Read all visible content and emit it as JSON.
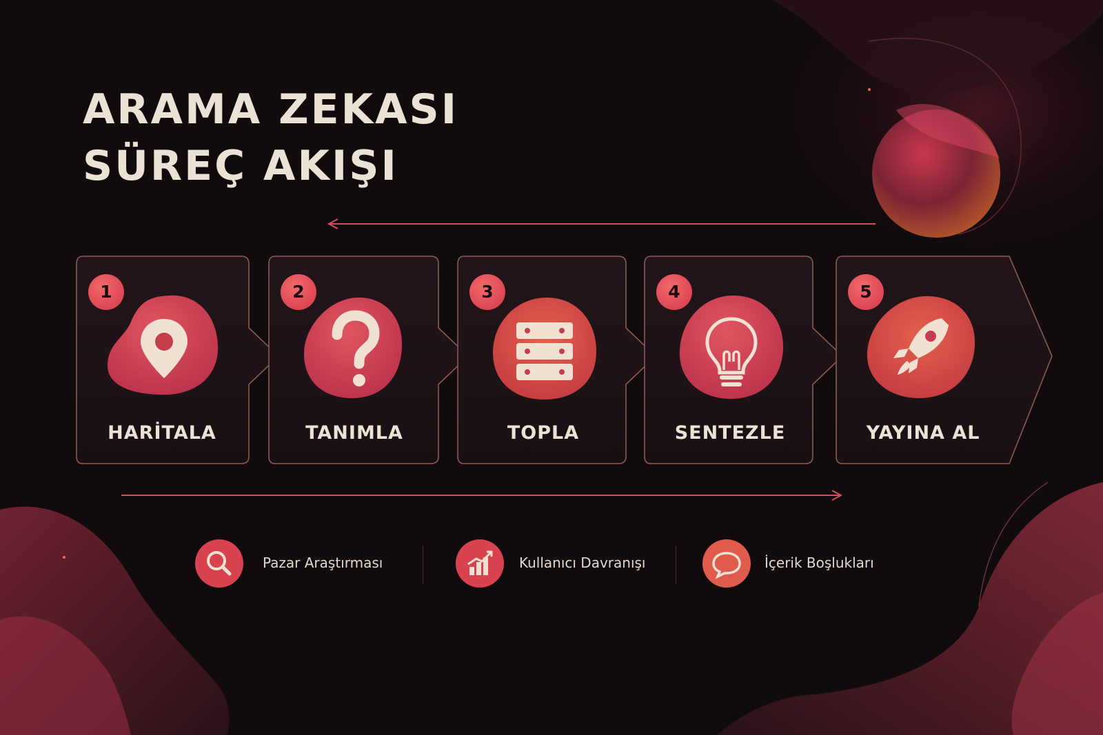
{
  "title": {
    "line1": "ARAMA ZEKASI",
    "line2": "SÜREÇ AKIŞI"
  },
  "steps": [
    {
      "number": "1",
      "label": "HARİTALA",
      "icon": "map-pin-icon"
    },
    {
      "number": "2",
      "label": "TANIMLA",
      "icon": "question-icon"
    },
    {
      "number": "3",
      "label": "TOPLA",
      "icon": "database-icon"
    },
    {
      "number": "4",
      "label": "SENTEZLE",
      "icon": "lightbulb-icon"
    },
    {
      "number": "5",
      "label": "YAYINA AL",
      "icon": "rocket-icon"
    }
  ],
  "categories": [
    {
      "label": "Pazar Araştırması",
      "icon": "search-icon"
    },
    {
      "label": "Kullanıcı Davranışı",
      "icon": "bar-chart-icon"
    },
    {
      "label": "İçerik Boşlukları",
      "icon": "speech-bubble-icon"
    }
  ],
  "colors": {
    "background": "#120b0e",
    "accent": "#e0495a",
    "accent_warm": "#e86a4c",
    "text": "#ece1d5",
    "card_border": "#8a5a55"
  }
}
